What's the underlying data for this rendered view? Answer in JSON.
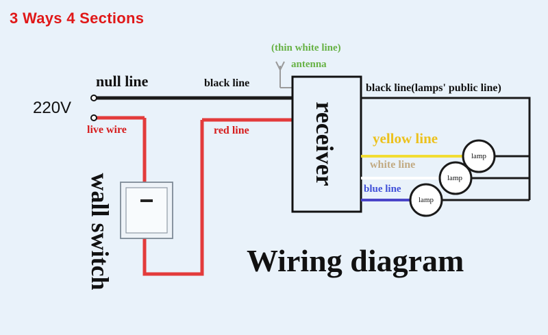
{
  "heading": "3 Ways 4 Sections",
  "labels": {
    "null_line": "null line",
    "voltage": "220V",
    "live_wire": "live wire",
    "black_line": "black line",
    "red_line": "red line",
    "thin_white_line": "(thin white line)",
    "antenna": "antenna",
    "receiver": "receiver",
    "lamps_public_line": "black line(lamps' public line)",
    "yellow_line": "yellow line",
    "white_line": "white line",
    "blue_line": "blue line",
    "lamp": "lamp",
    "wall_switch": "wall switch",
    "diagram_title": "Wiring diagram"
  },
  "colors": {
    "background": "#e9f2fa",
    "heading": "#e01818",
    "black_wire": "#1a1a1a",
    "red_wire": "#e33b3b",
    "yellow_wire": "#f2dd32",
    "white_wire": "#ffffff",
    "blue_wire": "#4a45c8"
  }
}
